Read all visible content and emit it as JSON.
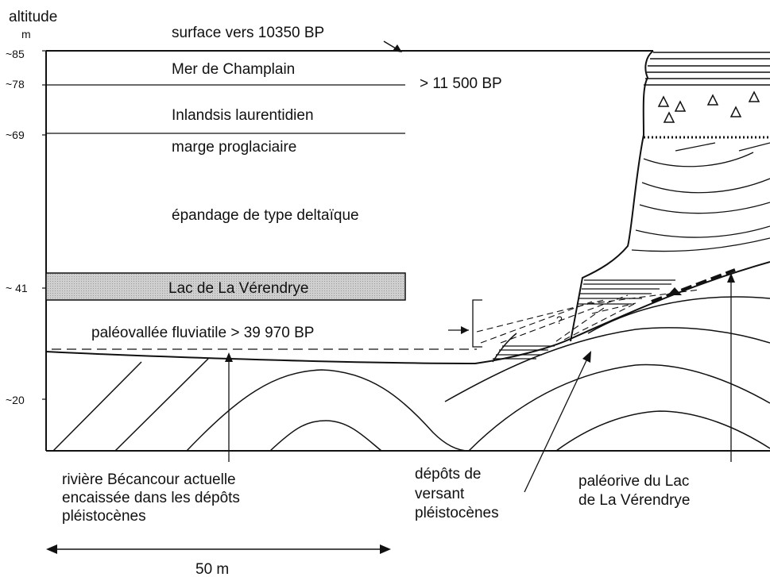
{
  "altitude_axis": {
    "title": "altitude",
    "unit": "m",
    "ticks": [
      "~85",
      "~78",
      "~69",
      "~ 41",
      "~20"
    ]
  },
  "labels": {
    "surface": "surface vers 10350 BP",
    "champlain": "Mer de Champlain",
    "age_11500": "> 11 500 BP",
    "inlandsis": "Inlandsis laurentidien",
    "marge": "marge proglaciaire",
    "epandage": "épandage de type deltaïque",
    "lac": "Lac de La Vérendrye",
    "paleovallee": "paléovallée fluviatile > 39 970 BP",
    "question_mark": "?"
  },
  "captions": {
    "riviere": [
      "rivière Bécancour actuelle",
      "encaissée dans les dépôts",
      "pléistocènes"
    ],
    "depots": [
      "dépôts de",
      "versant",
      "pléistocènes"
    ],
    "paleorive": [
      "paléorive du Lac",
      "de La Vérendrye"
    ]
  },
  "scale_bar": {
    "label": "50 m"
  },
  "colors": {
    "ink": "#111111",
    "lake_fill": "#c8c8c8"
  }
}
